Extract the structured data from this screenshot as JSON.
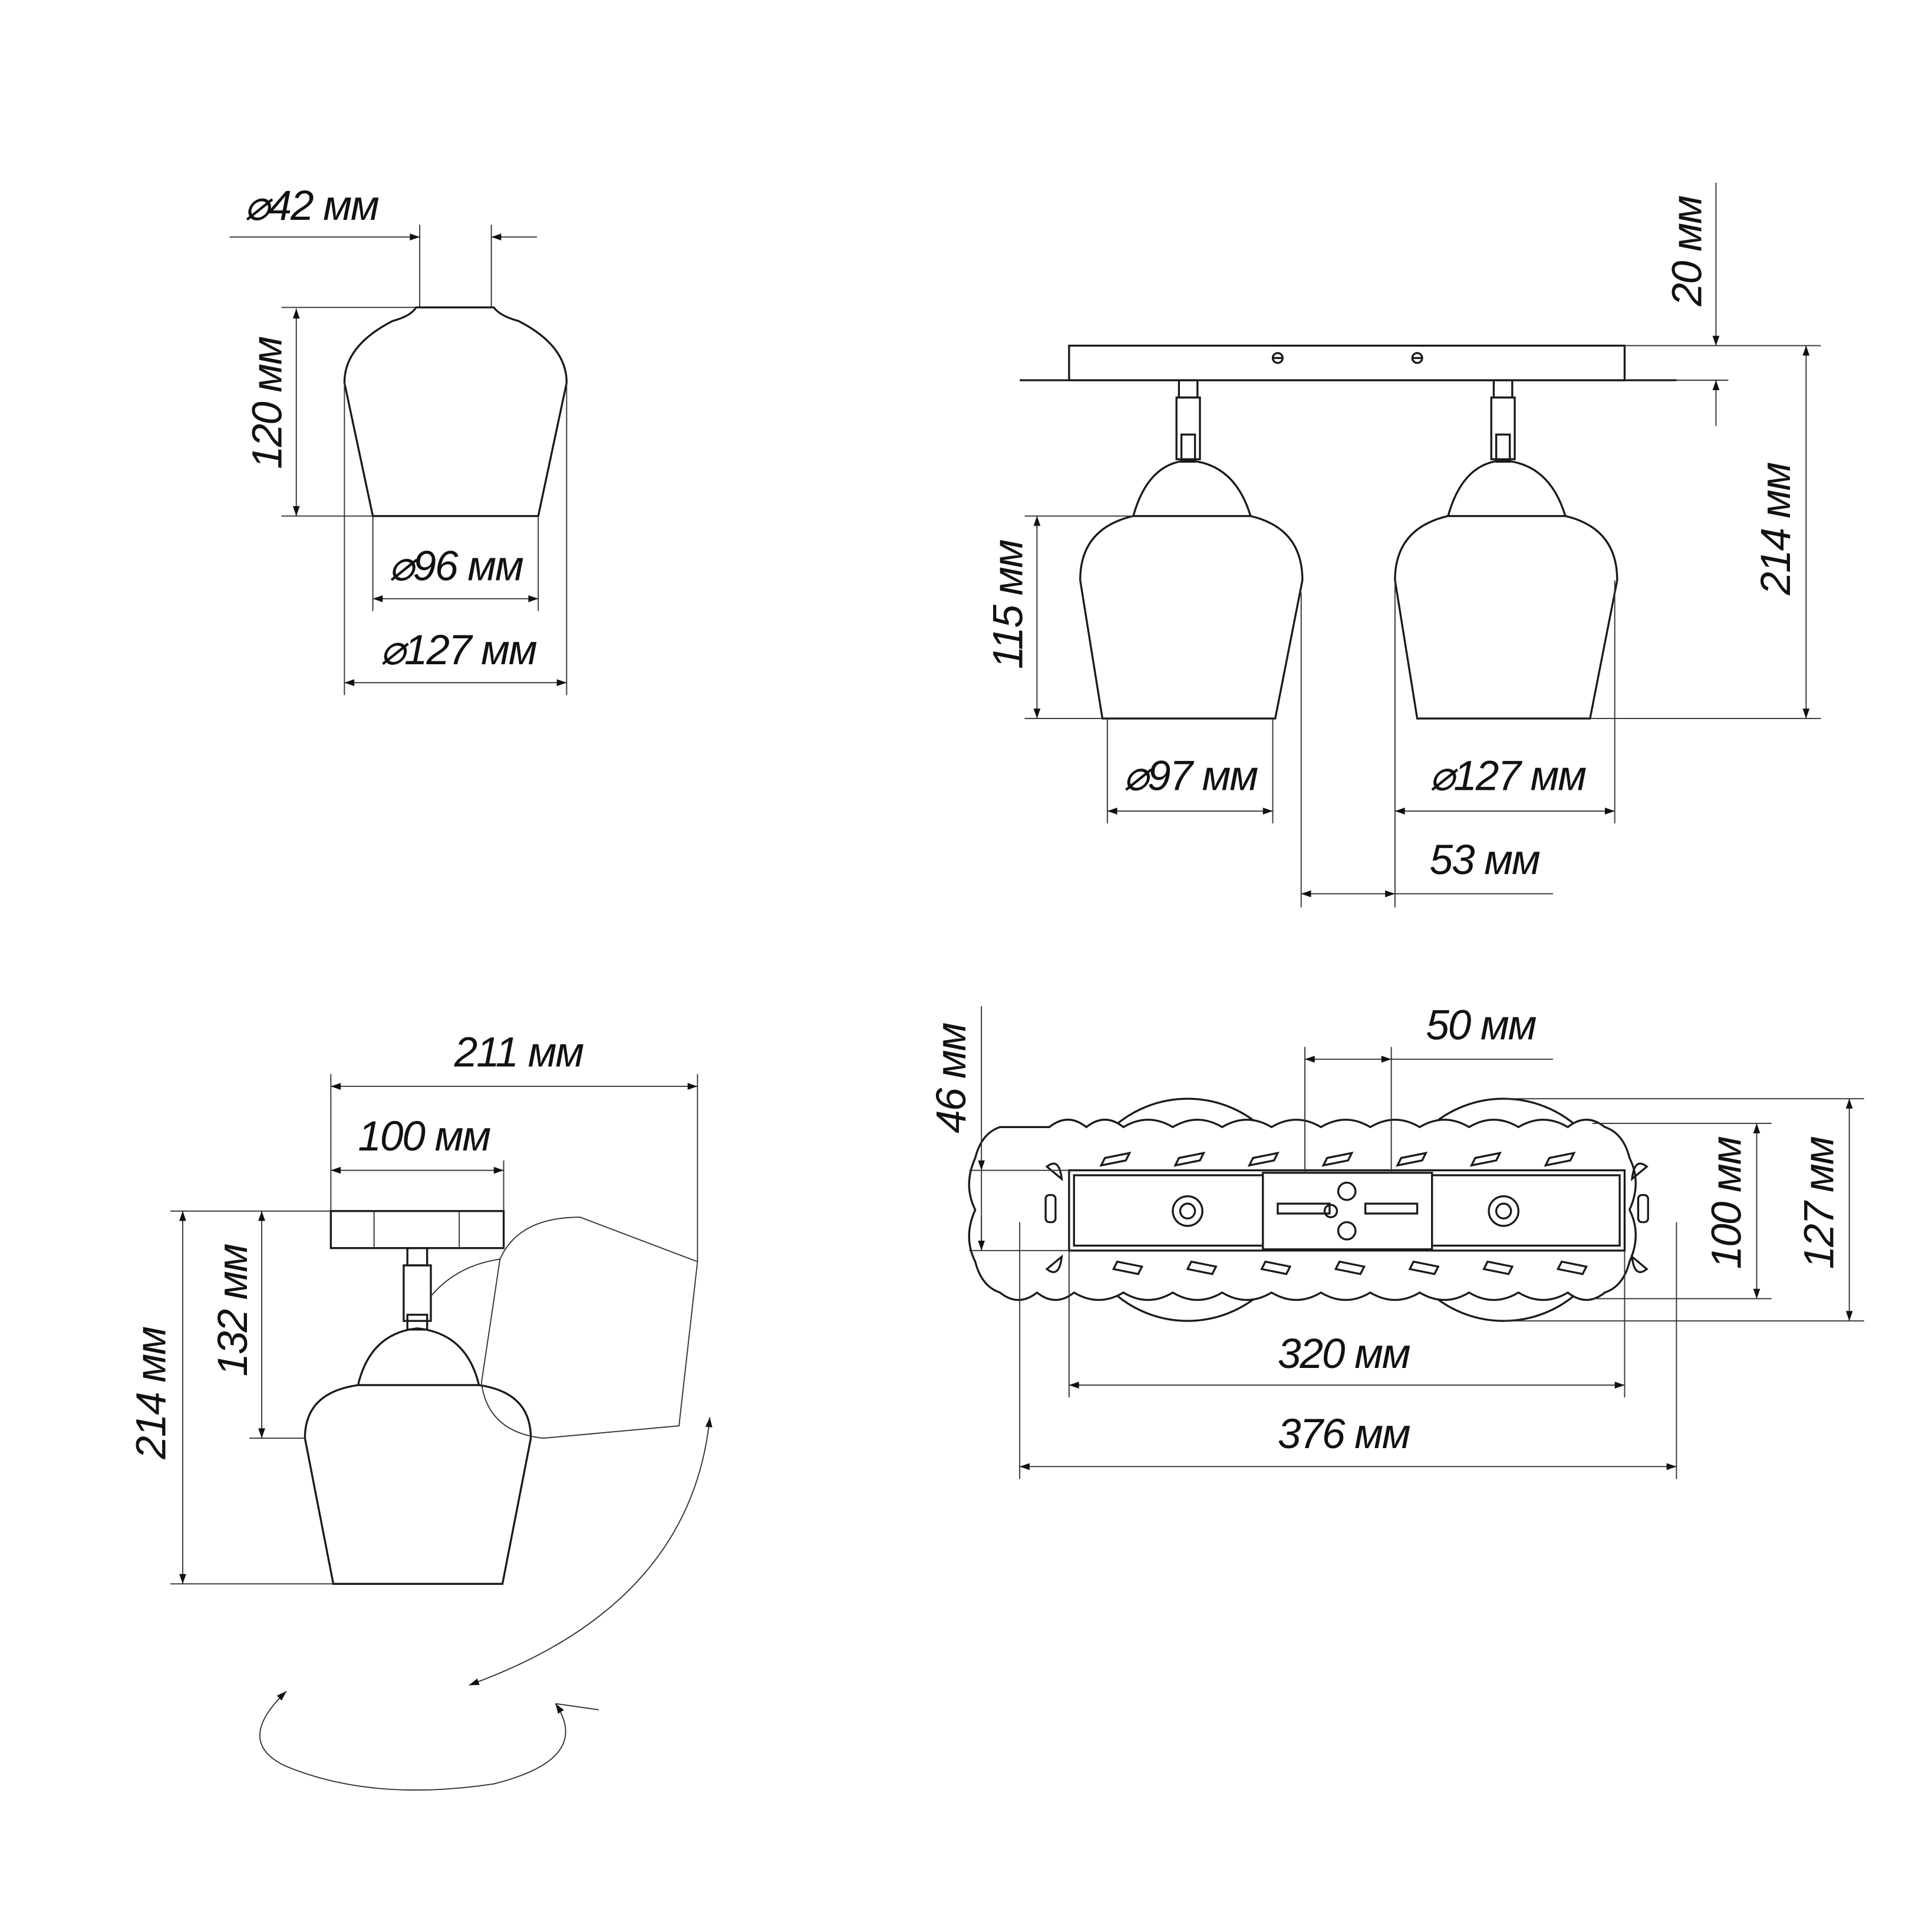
{
  "views": {
    "shade_single": {
      "neck_diameter": "⌀42 мм",
      "height": "120 мм",
      "bottom_inner_diameter": "⌀96 мм",
      "max_diameter": "⌀127 мм"
    },
    "front_view": {
      "plate_thickness": "20 мм",
      "total_height": "214 мм",
      "shade_height": "115 мм",
      "bottom_diameter": "⌀97 мм",
      "max_diameter": "⌀127 мм",
      "gap": "53 мм"
    },
    "side_view": {
      "total_reach": "211 мм",
      "plate_width": "100 мм",
      "total_height": "214 мм",
      "to_shade_height": "132 мм"
    },
    "top_view": {
      "plate_width": "46 мм",
      "center_box": "50 мм",
      "inner_width": "100 мм",
      "outer_width": "127 мм",
      "plate_length": "320 мм",
      "total_length": "376 мм"
    }
  },
  "colors": {
    "line": "#1a1a1a",
    "background": "#ffffff"
  }
}
